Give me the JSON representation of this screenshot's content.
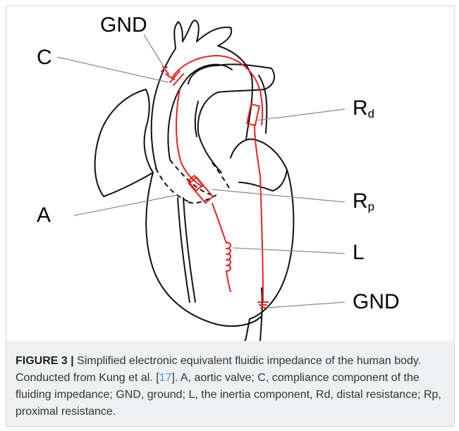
{
  "diagram": {
    "labels": {
      "gnd_top": "GND",
      "c": "C",
      "rd_main": "R",
      "rd_sub": "d",
      "a": "A",
      "rp_main": "R",
      "rp_sub": "p",
      "l": "L",
      "gnd_bottom": "GND"
    },
    "colors": {
      "circuit": "#e8231f",
      "outline": "#111111",
      "leader": "#8a8a8a",
      "caption_bg": "#eef0f1",
      "reference_link": "#4b9bd6"
    }
  },
  "caption": {
    "figure_label": "FIGURE 3",
    "separator": "|",
    "text_before_ref": " Simplified electronic equivalent fluidic impedance of the human body. Conducted from Kung et al. [",
    "ref_number": "17",
    "text_after_ref": "]. A, aortic valve; C, compliance component of the fluiding impedance; GND, ground; L, the inertia component, Rd, distal resistance; Rp, proximal resistance."
  }
}
